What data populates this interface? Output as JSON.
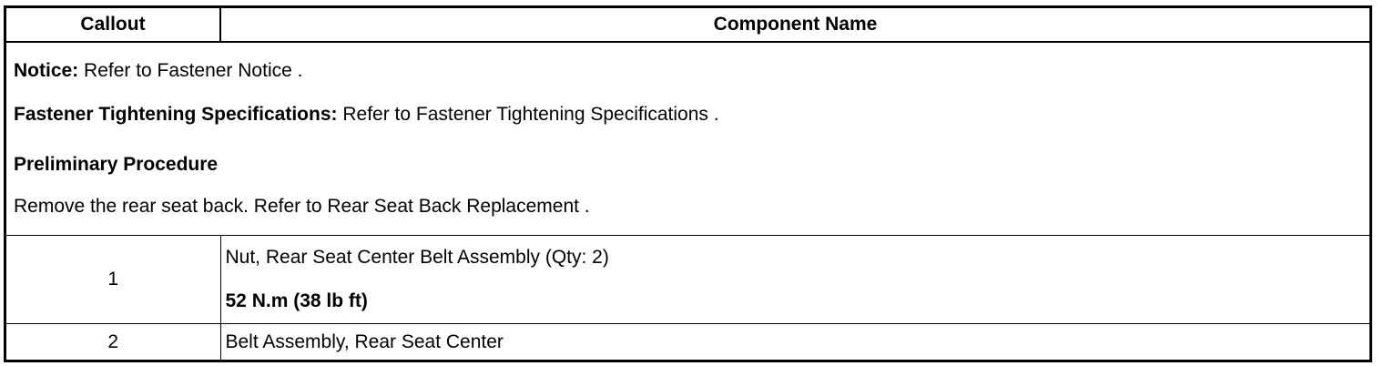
{
  "table": {
    "headers": {
      "callout": "Callout",
      "component": "Component Name"
    },
    "notes": {
      "notice_label": "Notice:",
      "notice_text": " Refer to Fastener Notice .",
      "fastener_label": "Fastener Tightening Specifications:",
      "fastener_text": " Refer to Fastener Tightening Specifications .",
      "preliminary_heading": "Preliminary Procedure",
      "preliminary_step": "Remove the rear seat back. Refer to Rear Seat Back Replacement ."
    },
    "rows": [
      {
        "callout": "1",
        "name": "Nut, Rear Seat Center Belt Assembly (Qty: 2)",
        "torque": "52 N.m (38 lb ft)"
      },
      {
        "callout": "2",
        "name": "Belt Assembly, Rear Seat Center"
      }
    ]
  }
}
